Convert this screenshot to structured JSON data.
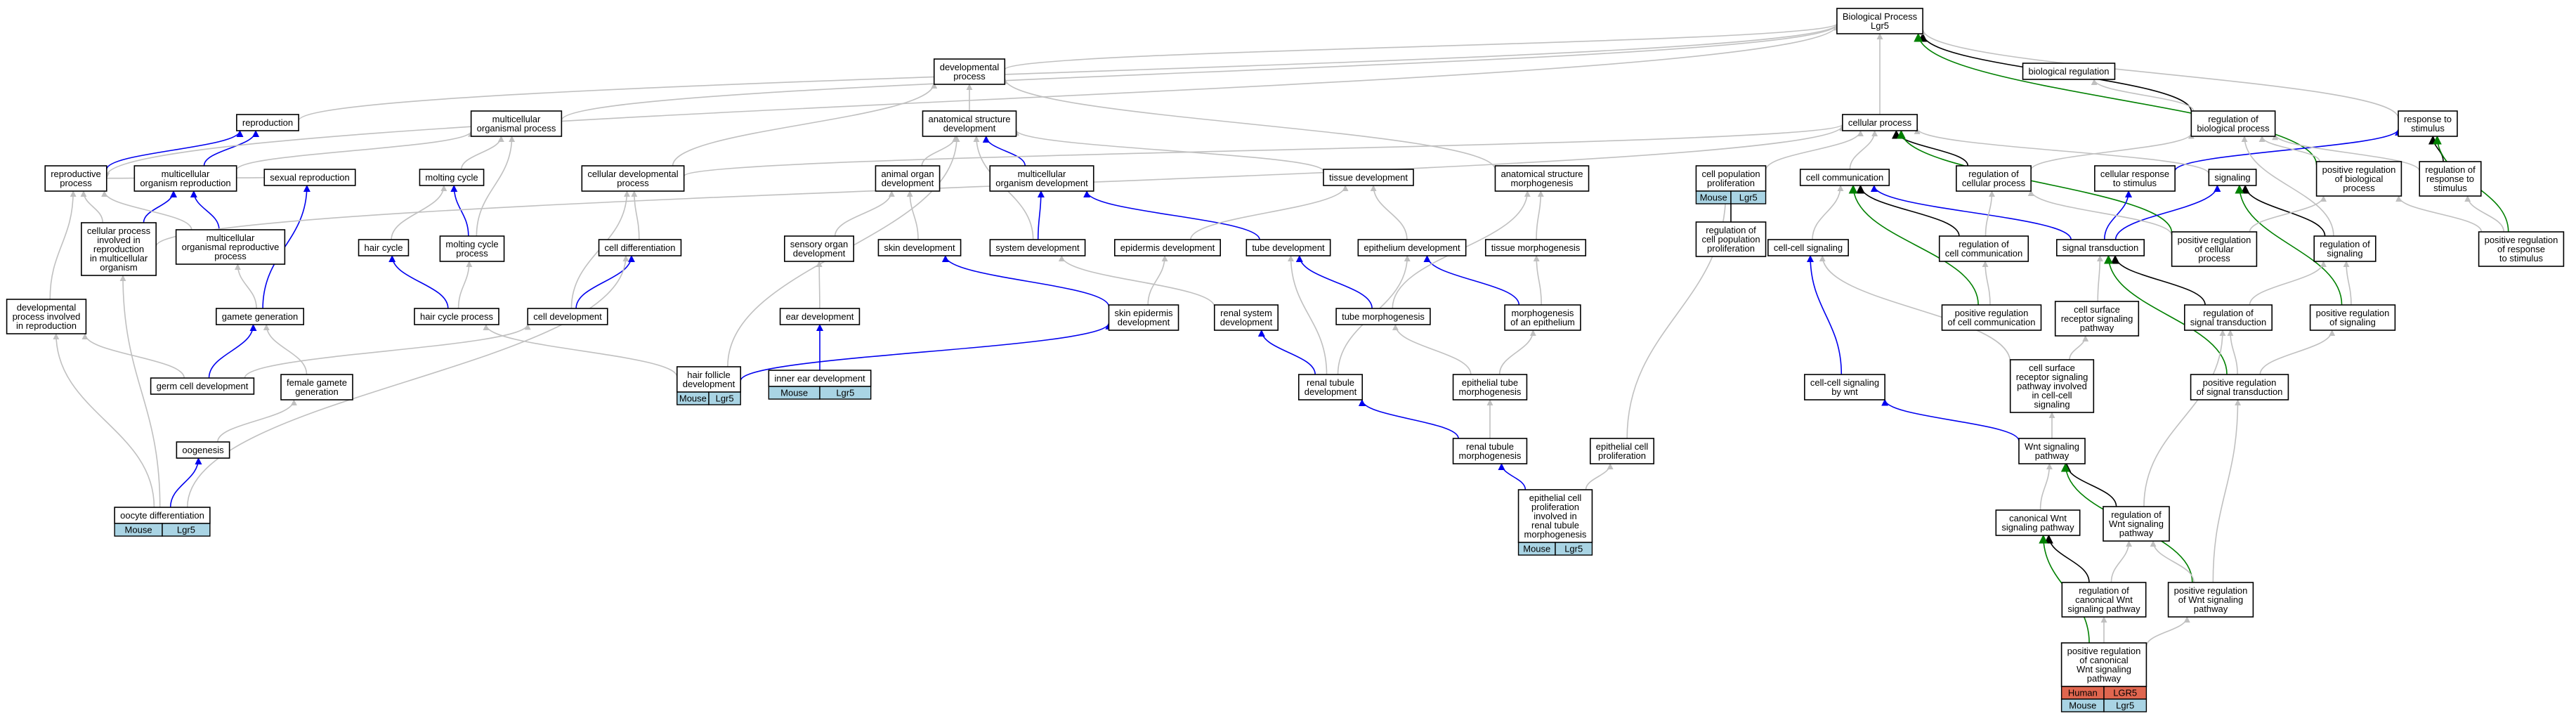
{
  "colors": {
    "is_a": "#c0c0c0",
    "part_of": "#0000ee",
    "regulates": "#000000",
    "positively_regulates": "#008000",
    "mouse": "#a9d4e4",
    "human": "#e0664f"
  },
  "nodes": [
    {
      "id": "root",
      "lines": [
        "Biological Process",
        "Lgr5"
      ]
    },
    {
      "id": "devproc",
      "lines": [
        "developmental",
        "process"
      ]
    },
    {
      "id": "bioreg",
      "lines": [
        "biological regulation"
      ]
    },
    {
      "id": "anatdev",
      "lines": [
        "anatomical structure",
        "development"
      ]
    },
    {
      "id": "reproduction",
      "lines": [
        "reproduction"
      ]
    },
    {
      "id": "multorgproc",
      "lines": [
        "multicellular",
        "organismal process"
      ]
    },
    {
      "id": "cellproc",
      "lines": [
        "cellular process"
      ]
    },
    {
      "id": "regbio",
      "lines": [
        "regulation of",
        "biological process"
      ]
    },
    {
      "id": "response",
      "lines": [
        "response to",
        "stimulus"
      ]
    },
    {
      "id": "reproproc",
      "lines": [
        "reproductive",
        "process"
      ]
    },
    {
      "id": "multorgrepro",
      "lines": [
        "multicellular",
        "organism reproduction"
      ]
    },
    {
      "id": "sexrepro",
      "lines": [
        "sexual reproduction"
      ]
    },
    {
      "id": "moltcycle",
      "lines": [
        "molting cycle"
      ]
    },
    {
      "id": "celldevproc",
      "lines": [
        "cellular developmental",
        "process"
      ]
    },
    {
      "id": "animalorgan",
      "lines": [
        "animal organ",
        "development"
      ]
    },
    {
      "id": "multorgdev",
      "lines": [
        "multicellular",
        "organism development"
      ]
    },
    {
      "id": "tissuedev",
      "lines": [
        "tissue development"
      ]
    },
    {
      "id": "anatmorph",
      "lines": [
        "anatomical structure",
        "morphogenesis"
      ]
    },
    {
      "id": "cellpopprol",
      "lines": [
        "cell population",
        "proliferation"
      ]
    },
    {
      "id": "cellcomm",
      "lines": [
        "cell communication"
      ]
    },
    {
      "id": "regcellproc",
      "lines": [
        "regulation of",
        "cellular process"
      ]
    },
    {
      "id": "cellresp",
      "lines": [
        "cellular response",
        "to stimulus"
      ]
    },
    {
      "id": "signaling",
      "lines": [
        "signaling"
      ]
    },
    {
      "id": "posregbio",
      "lines": [
        "positive regulation",
        "of biological",
        "process"
      ]
    },
    {
      "id": "regresp",
      "lines": [
        "regulation of",
        "response to",
        "stimulus"
      ]
    },
    {
      "id": "cellprocrepro",
      "lines": [
        "cellular process",
        "involved in",
        "reproduction",
        "in multicellular",
        "organism"
      ]
    },
    {
      "id": "multorgreproproc",
      "lines": [
        "multicellular",
        "organismal reproductive",
        "process"
      ]
    },
    {
      "id": "haircycle",
      "lines": [
        "hair cycle"
      ]
    },
    {
      "id": "moltcycleproc",
      "lines": [
        "molting cycle",
        "process"
      ]
    },
    {
      "id": "celldiff",
      "lines": [
        "cell differentiation"
      ]
    },
    {
      "id": "sensorgan",
      "lines": [
        "sensory organ",
        "development"
      ]
    },
    {
      "id": "skindev",
      "lines": [
        "skin development"
      ]
    },
    {
      "id": "sysdev",
      "lines": [
        "system development"
      ]
    },
    {
      "id": "epidermis",
      "lines": [
        "epidermis development"
      ]
    },
    {
      "id": "tubedev",
      "lines": [
        "tube development"
      ]
    },
    {
      "id": "epithdev",
      "lines": [
        "epithelium development"
      ]
    },
    {
      "id": "tissuemorph",
      "lines": [
        "tissue morphogenesis"
      ]
    },
    {
      "id": "regpopprol",
      "lines": [
        "regulation of",
        "cell population",
        "proliferation"
      ]
    },
    {
      "id": "cellcellsig",
      "lines": [
        "cell-cell signaling"
      ]
    },
    {
      "id": "regcellcomm",
      "lines": [
        "regulation of",
        "cell communication"
      ]
    },
    {
      "id": "signaltrans",
      "lines": [
        "signal transduction"
      ]
    },
    {
      "id": "posregcellproc",
      "lines": [
        "positive regulation",
        "of cellular",
        "process"
      ]
    },
    {
      "id": "regsignaling",
      "lines": [
        "regulation of",
        "signaling"
      ]
    },
    {
      "id": "posregresp",
      "lines": [
        "positive regulation",
        "of response",
        "to stimulus"
      ]
    },
    {
      "id": "devprocrepro",
      "lines": [
        "developmental",
        "process involved",
        "in reproduction"
      ]
    },
    {
      "id": "gametegen",
      "lines": [
        "gamete generation"
      ]
    },
    {
      "id": "hairproc",
      "lines": [
        "hair cycle process"
      ]
    },
    {
      "id": "celldev",
      "lines": [
        "cell development"
      ]
    },
    {
      "id": "eardev",
      "lines": [
        "ear development"
      ]
    },
    {
      "id": "skinepid",
      "lines": [
        "skin epidermis",
        "development"
      ]
    },
    {
      "id": "renalsys",
      "lines": [
        "renal system",
        "development"
      ]
    },
    {
      "id": "tubemorph",
      "lines": [
        "tube morphogenesis"
      ]
    },
    {
      "id": "morphepith",
      "lines": [
        "morphogenesis",
        "of an epithelium"
      ]
    },
    {
      "id": "posregcellcomm",
      "lines": [
        "positive regulation",
        "of cell communication"
      ]
    },
    {
      "id": "surfacesig",
      "lines": [
        "cell surface",
        "receptor signaling",
        "pathway"
      ]
    },
    {
      "id": "regsigtrans",
      "lines": [
        "regulation of",
        "signal transduction"
      ]
    },
    {
      "id": "posregsignaling",
      "lines": [
        "positive regulation",
        "of signaling"
      ]
    },
    {
      "id": "germcell",
      "lines": [
        "germ cell development"
      ]
    },
    {
      "id": "femalegamete",
      "lines": [
        "female gamete",
        "generation"
      ]
    },
    {
      "id": "hairfollicle",
      "lines": [
        "hair follicle",
        "development"
      ]
    },
    {
      "id": "innerear",
      "lines": [
        "inner ear development"
      ]
    },
    {
      "id": "renaltubule",
      "lines": [
        "renal tubule",
        "development"
      ]
    },
    {
      "id": "epithtube",
      "lines": [
        "epithelial tube",
        "morphogenesis"
      ]
    },
    {
      "id": "cellcellwnt",
      "lines": [
        "cell-cell signaling",
        "by wnt"
      ]
    },
    {
      "id": "surfacesigcc",
      "lines": [
        "cell surface",
        "receptor signaling",
        "pathway involved",
        "in cell-cell",
        "signaling"
      ]
    },
    {
      "id": "posregsigtrans",
      "lines": [
        "positive regulation",
        "of signal transduction"
      ]
    },
    {
      "id": "oogenesis",
      "lines": [
        "oogenesis"
      ]
    },
    {
      "id": "renaltubmorph",
      "lines": [
        "renal tubule",
        "morphogenesis"
      ]
    },
    {
      "id": "epithprol",
      "lines": [
        "epithelial cell",
        "proliferation"
      ]
    },
    {
      "id": "wnt",
      "lines": [
        "Wnt signaling",
        "pathway"
      ]
    },
    {
      "id": "oocyte",
      "lines": [
        "oocyte differentiation"
      ]
    },
    {
      "id": "epithprolrenal",
      "lines": [
        "epithelial cell",
        "proliferation",
        "involved in",
        "renal tubule",
        "morphogenesis"
      ]
    },
    {
      "id": "canonwnt",
      "lines": [
        "canonical Wnt",
        "signaling pathway"
      ]
    },
    {
      "id": "regwnt",
      "lines": [
        "regulation of",
        "Wnt signaling",
        "pathway"
      ]
    },
    {
      "id": "regcanonwnt",
      "lines": [
        "regulation of",
        "canonical Wnt",
        "signaling pathway"
      ]
    },
    {
      "id": "posregwnt",
      "lines": [
        "positive regulation",
        "of Wnt signaling",
        "pathway"
      ]
    },
    {
      "id": "posregcanonwnt",
      "lines": [
        "positive regulation",
        "of canonical",
        "Wnt signaling",
        "pathway"
      ]
    }
  ],
  "annotations": {
    "cellpopprol": [
      [
        "Mouse",
        "Lgr5"
      ]
    ],
    "hairfollicle": [
      [
        "Mouse",
        "Lgr5"
      ]
    ],
    "innerear": [
      [
        "Mouse",
        "Lgr5"
      ]
    ],
    "oocyte": [
      [
        "Mouse",
        "Lgr5"
      ]
    ],
    "epithprolrenal": [
      [
        "Mouse",
        "Lgr5"
      ]
    ],
    "posregcanonwnt": [
      [
        "Human",
        "LGR5"
      ],
      [
        "Mouse",
        "Lgr5"
      ]
    ]
  },
  "edges": [
    [
      "regbio",
      "root",
      "regulates"
    ],
    [
      "regresp",
      "response",
      "regulates"
    ],
    [
      "regcellproc",
      "cellproc",
      "regulates"
    ],
    [
      "regpopprol",
      "cellpopprol",
      "regulates"
    ],
    [
      "regcellcomm",
      "cellcomm",
      "regulates"
    ],
    [
      "regsignaling",
      "signaling",
      "regulates"
    ],
    [
      "regsigtrans",
      "signaltrans",
      "regulates"
    ],
    [
      "regwnt",
      "wnt",
      "regulates"
    ],
    [
      "regcanonwnt",
      "canonwnt",
      "regulates"
    ],
    [
      "posregbio",
      "root",
      "positively_regulates"
    ],
    [
      "posregresp",
      "response",
      "positively_regulates"
    ],
    [
      "posregcellproc",
      "cellproc",
      "positively_regulates"
    ],
    [
      "posregcellcomm",
      "cellcomm",
      "positively_regulates"
    ],
    [
      "posregsignaling",
      "signaling",
      "positively_regulates"
    ],
    [
      "posregsigtrans",
      "signaltrans",
      "positively_regulates"
    ],
    [
      "posregwnt",
      "wnt",
      "positively_regulates"
    ],
    [
      "posregcanonwnt",
      "canonwnt",
      "positively_regulates"
    ],
    [
      "reproproc",
      "reproduction",
      "part_of"
    ],
    [
      "multorgrepro",
      "reproduction",
      "part_of"
    ],
    [
      "cellprocrepro",
      "multorgrepro",
      "part_of"
    ],
    [
      "multorgreproproc",
      "multorgrepro",
      "part_of"
    ],
    [
      "gametegen",
      "sexrepro",
      "part_of"
    ],
    [
      "germcell",
      "gametegen",
      "part_of"
    ],
    [
      "oocyte",
      "oogenesis",
      "part_of"
    ],
    [
      "moltcycleproc",
      "moltcycle",
      "part_of"
    ],
    [
      "hairproc",
      "haircycle",
      "part_of"
    ],
    [
      "celldev",
      "celldiff",
      "part_of"
    ],
    [
      "hairfollicle",
      "skinepid",
      "part_of"
    ],
    [
      "skinepid",
      "skindev",
      "part_of"
    ],
    [
      "sysdev",
      "multorgdev",
      "part_of"
    ],
    [
      "multorgdev",
      "anatdev",
      "part_of"
    ],
    [
      "innerear",
      "eardev",
      "part_of"
    ],
    [
      "renaltubule",
      "renalsys",
      "part_of"
    ],
    [
      "renaltubmorph",
      "renaltubule",
      "part_of"
    ],
    [
      "epithprolrenal",
      "renaltubmorph",
      "part_of"
    ],
    [
      "tubedev",
      "multorgdev",
      "part_of"
    ],
    [
      "tubemorph",
      "tubedev",
      "part_of"
    ],
    [
      "morphepith",
      "epithdev",
      "part_of"
    ],
    [
      "cellcellwnt",
      "cellcellsig",
      "part_of"
    ],
    [
      "wnt",
      "cellcellwnt",
      "part_of"
    ],
    [
      "signaltrans",
      "signaling",
      "part_of"
    ],
    [
      "signaltrans",
      "cellcomm",
      "part_of"
    ],
    [
      "cellresp",
      "response",
      "part_of"
    ],
    [
      "signaltrans",
      "cellresp",
      "part_of"
    ],
    [
      "tissuedev",
      "anatdev",
      "is_a"
    ],
    [
      "devproc",
      "root",
      "is_a"
    ],
    [
      "anatdev",
      "devproc",
      "is_a"
    ],
    [
      "reproduction",
      "root",
      "is_a"
    ],
    [
      "multorgproc",
      "root",
      "is_a"
    ],
    [
      "cellproc",
      "root",
      "is_a"
    ],
    [
      "response",
      "root",
      "is_a"
    ],
    [
      "regbio",
      "bioreg",
      "is_a"
    ],
    [
      "reproproc",
      "root",
      "is_a"
    ],
    [
      "multorgrepro",
      "multorgproc",
      "is_a"
    ],
    [
      "sexrepro",
      "reproproc",
      "is_a"
    ],
    [
      "moltcycle",
      "multorgproc",
      "is_a"
    ],
    [
      "celldevproc",
      "cellproc",
      "is_a"
    ],
    [
      "celldevproc",
      "devproc",
      "is_a"
    ],
    [
      "animalorgan",
      "anatdev",
      "is_a"
    ],
    [
      "anatmorph",
      "devproc",
      "is_a"
    ],
    [
      "cellpopprol",
      "cellproc",
      "is_a"
    ],
    [
      "cellcomm",
      "cellproc",
      "is_a"
    ],
    [
      "regcellproc",
      "regbio",
      "is_a"
    ],
    [
      "signaling",
      "cellproc",
      "is_a"
    ],
    [
      "posregbio",
      "regbio",
      "is_a"
    ],
    [
      "regresp",
      "regbio",
      "is_a"
    ],
    [
      "cellprocrepro",
      "cellproc",
      "is_a"
    ],
    [
      "cellprocrepro",
      "reproproc",
      "is_a"
    ],
    [
      "multorgreproproc",
      "reproproc",
      "is_a"
    ],
    [
      "haircycle",
      "moltcycle",
      "is_a"
    ],
    [
      "moltcycleproc",
      "multorgproc",
      "is_a"
    ],
    [
      "celldiff",
      "celldevproc",
      "is_a"
    ],
    [
      "sensorgan",
      "animalorgan",
      "is_a"
    ],
    [
      "skindev",
      "animalorgan",
      "is_a"
    ],
    [
      "sysdev",
      "anatdev",
      "is_a"
    ],
    [
      "epidermis",
      "tissuedev",
      "is_a"
    ],
    [
      "epithdev",
      "tissuedev",
      "is_a"
    ],
    [
      "tissuemorph",
      "anatmorph",
      "is_a"
    ],
    [
      "cellcellsig",
      "cellcomm",
      "is_a"
    ],
    [
      "regcellcomm",
      "regcellproc",
      "is_a"
    ],
    [
      "posregcellproc",
      "regcellproc",
      "is_a"
    ],
    [
      "posregcellproc",
      "posregbio",
      "is_a"
    ],
    [
      "regsignaling",
      "regbio",
      "is_a"
    ],
    [
      "posregresp",
      "regresp",
      "is_a"
    ],
    [
      "posregresp",
      "posregbio",
      "is_a"
    ],
    [
      "devprocrepro",
      "reproproc",
      "is_a"
    ],
    [
      "gametegen",
      "multorgreproproc",
      "is_a"
    ],
    [
      "hairproc",
      "moltcycleproc",
      "is_a"
    ],
    [
      "celldev",
      "celldevproc",
      "is_a"
    ],
    [
      "eardev",
      "sensorgan",
      "is_a"
    ],
    [
      "skinepid",
      "epidermis",
      "is_a"
    ],
    [
      "renalsys",
      "sysdev",
      "is_a"
    ],
    [
      "tubemorph",
      "anatmorph",
      "is_a"
    ],
    [
      "morphepith",
      "tissuemorph",
      "is_a"
    ],
    [
      "posregcellcomm",
      "regcellcomm",
      "is_a"
    ],
    [
      "surfacesig",
      "signaltrans",
      "is_a"
    ],
    [
      "regsigtrans",
      "regsignaling",
      "is_a"
    ],
    [
      "posregsignaling",
      "regsignaling",
      "is_a"
    ],
    [
      "germcell",
      "celldev",
      "is_a"
    ],
    [
      "germcell",
      "devprocrepro",
      "is_a"
    ],
    [
      "femalegamete",
      "gametegen",
      "is_a"
    ],
    [
      "hairfollicle",
      "hairproc",
      "is_a"
    ],
    [
      "hairfollicle",
      "anatdev",
      "is_a"
    ],
    [
      "renaltubule",
      "tubedev",
      "is_a"
    ],
    [
      "renaltubule",
      "epithdev",
      "is_a"
    ],
    [
      "epithtube",
      "morphepith",
      "is_a"
    ],
    [
      "epithtube",
      "tubemorph",
      "is_a"
    ],
    [
      "surfacesigcc",
      "surfacesig",
      "is_a"
    ],
    [
      "surfacesigcc",
      "cellcellsig",
      "is_a"
    ],
    [
      "posregsigtrans",
      "regsigtrans",
      "is_a"
    ],
    [
      "posregsigtrans",
      "posregsignaling",
      "is_a"
    ],
    [
      "oogenesis",
      "femalegamete",
      "is_a"
    ],
    [
      "renaltubmorph",
      "epithtube",
      "is_a"
    ],
    [
      "epithprol",
      "cellpopprol",
      "is_a"
    ],
    [
      "wnt",
      "surfacesigcc",
      "is_a"
    ],
    [
      "oocyte",
      "celldiff",
      "is_a"
    ],
    [
      "oocyte",
      "cellprocrepro",
      "is_a"
    ],
    [
      "oocyte",
      "devprocrepro",
      "is_a"
    ],
    [
      "epithprolrenal",
      "epithprol",
      "is_a"
    ],
    [
      "canonwnt",
      "wnt",
      "is_a"
    ],
    [
      "regwnt",
      "regsigtrans",
      "is_a"
    ],
    [
      "regcanonwnt",
      "regwnt",
      "is_a"
    ],
    [
      "posregwnt",
      "regwnt",
      "is_a"
    ],
    [
      "posregwnt",
      "posregsigtrans",
      "is_a"
    ],
    [
      "posregcanonwnt",
      "regcanonwnt",
      "is_a"
    ],
    [
      "posregcanonwnt",
      "posregwnt",
      "is_a"
    ]
  ]
}
